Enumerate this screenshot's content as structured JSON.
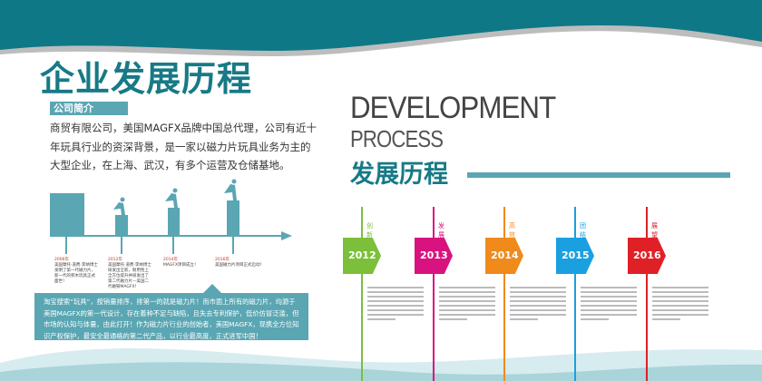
{
  "title": "企业发展历程",
  "intro": {
    "label": "公司简介",
    "text": "商贸有限公司，美国MAGFX品牌中国总代理，公司有近十年玩具行业的资深背景，是一家以磁力片玩具业务为主的大型企业，在上海、武汉，有多个运营及仓储基地。"
  },
  "heading": {
    "en1": "DEVELOPMENT",
    "en2": "PROCESS",
    "cn": "发展历程"
  },
  "left_timeline": [
    {
      "year": "2006年",
      "text": "美国摩托·道费·李纳博士发明了第一代磁力片，新一代的积木玩具正式面世！"
    },
    {
      "year": "2012年",
      "text": "美国摩托·道费·李纳博士研发出全新，耐用性上全方位提升并研发出了第二代磁力片—美国二代磁铁MAGFX！"
    },
    {
      "year": "2014年",
      "text": "MAGFX项目成立！"
    },
    {
      "year": "2016年",
      "text": "美国磁力片项目正式启动！"
    }
  ],
  "info_box": "淘宝搜索“玩具”，按销量排序，排第一的就是磁力片！而市面上所有的磁力片，均源于美国MAGFX的第一代设计，存在着种不足与缺陷，且失去专利保护，低价仿冒泛滥，但市场的认知与体量，由此打开！作为磁力片行业的创始者，美国MAGFX，现携全方位知识产权保护，最安全最通格的第二代产品，以行业最高度，正式进军中国！",
  "milestones": [
    {
      "year": "2012",
      "keyword": "创新",
      "color": "#7bbf3a"
    },
    {
      "year": "2013",
      "keyword": "发展",
      "color": "#d8137f"
    },
    {
      "year": "2014",
      "keyword": "高效",
      "color": "#ef8a1b"
    },
    {
      "year": "2015",
      "keyword": "团结",
      "color": "#1aa0e0"
    },
    {
      "year": "2016",
      "keyword": "展望",
      "color": "#e02027"
    }
  ],
  "colors": {
    "primary": "#177a86",
    "accent": "#5aa6b3"
  }
}
